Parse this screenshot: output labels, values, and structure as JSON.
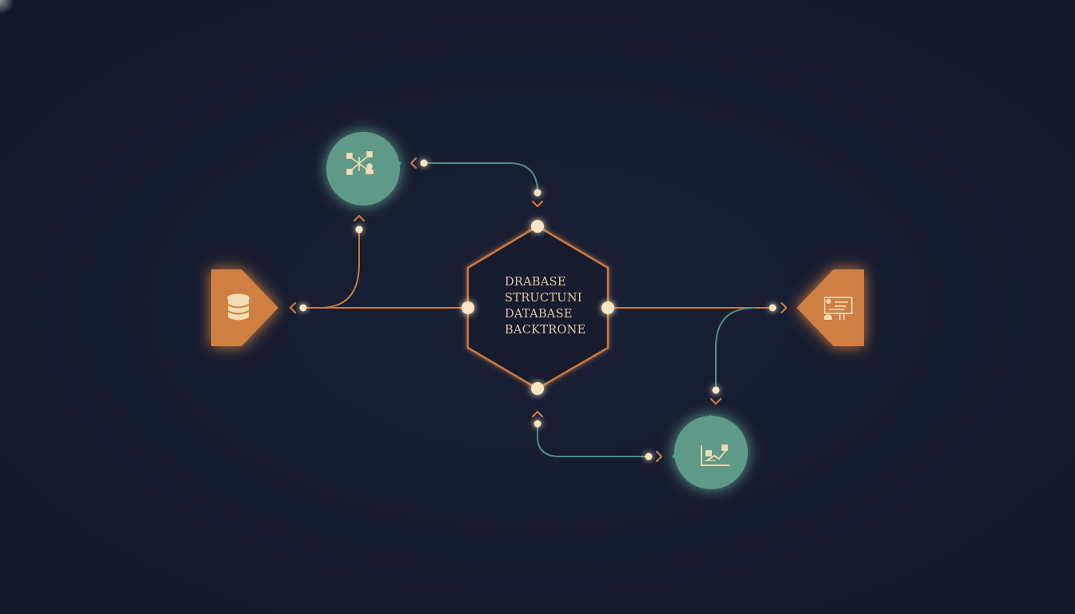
{
  "colors": {
    "background": "#151b2e",
    "copper": "#c8783f",
    "copper_node": "#d07f42",
    "teal": "#5e9a89",
    "teal_line": "#4e8b85",
    "glow_dot": "#fbe6c4",
    "icon_cream": "#f3ddb6",
    "label_text": "#e4c6a4"
  },
  "hub": {
    "label_lines": [
      "DRABASE",
      "STRUCTUNI",
      "DATABASE",
      "BACKTRONE"
    ]
  },
  "nodes": [
    {
      "id": "database",
      "shape": "pentagon-right",
      "color": "copper",
      "icon": "database-icon"
    },
    {
      "id": "network",
      "shape": "teardrop-up-right",
      "color": "teal",
      "icon": "network-nodes-icon"
    },
    {
      "id": "dashboard",
      "shape": "pentagon-left",
      "color": "copper",
      "icon": "presentation-board-icon"
    },
    {
      "id": "analytics",
      "shape": "teardrop-down-left",
      "color": "teal",
      "icon": "chart-icon"
    }
  ],
  "connections": [
    {
      "from": "hub",
      "to": "database",
      "color": "copper"
    },
    {
      "from": "database",
      "to": "network",
      "color": "copper"
    },
    {
      "from": "network",
      "to": "hub",
      "color": "teal"
    },
    {
      "from": "hub",
      "to": "dashboard",
      "color": "copper"
    },
    {
      "from": "dashboard",
      "to": "analytics",
      "color": "teal"
    },
    {
      "from": "hub",
      "to": "analytics",
      "color": "teal"
    }
  ]
}
